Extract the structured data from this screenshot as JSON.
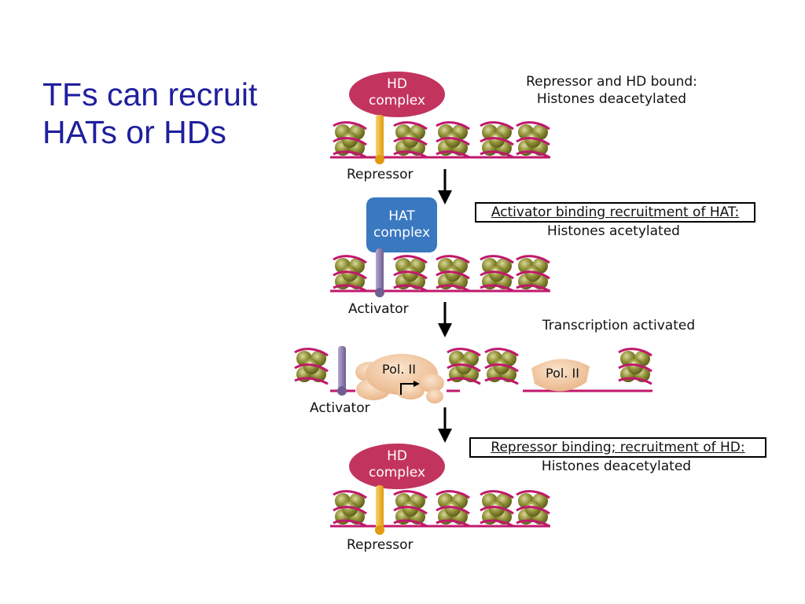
{
  "title": {
    "line1": "TFs can recruit",
    "line2": "HATs or HDs"
  },
  "panels": {
    "p1": {
      "caption1": "Repressor and HD bound:",
      "caption2": "Histones deacetylated",
      "complex1": "HD",
      "complex2": "complex",
      "factor": "Repressor"
    },
    "p2": {
      "caption1": "Activator binding recruitment of HAT:",
      "caption2": "Histones acetylated",
      "complex1": "HAT",
      "complex2": "complex",
      "factor": "Activator"
    },
    "p3": {
      "caption1": "Transcription activated",
      "pol_a": "Pol. II",
      "pol_b": "Pol. II",
      "factor": "Activator"
    },
    "p4": {
      "caption1": "Repressor binding; recruitment of HD:",
      "caption2": "Histones deacetylated",
      "complex1": "HD",
      "complex2": "complex",
      "factor": "Repressor"
    }
  },
  "colors": {
    "title": "#1f1f9e",
    "hd_complex": "#c2345e",
    "hat_complex": "#3a78c0",
    "dna": "#c0186c",
    "nucleosome": "#8a8a2e",
    "repressor": "#f0b020",
    "activator": "#8878a8",
    "pol_ii": "#f2c9a0"
  }
}
